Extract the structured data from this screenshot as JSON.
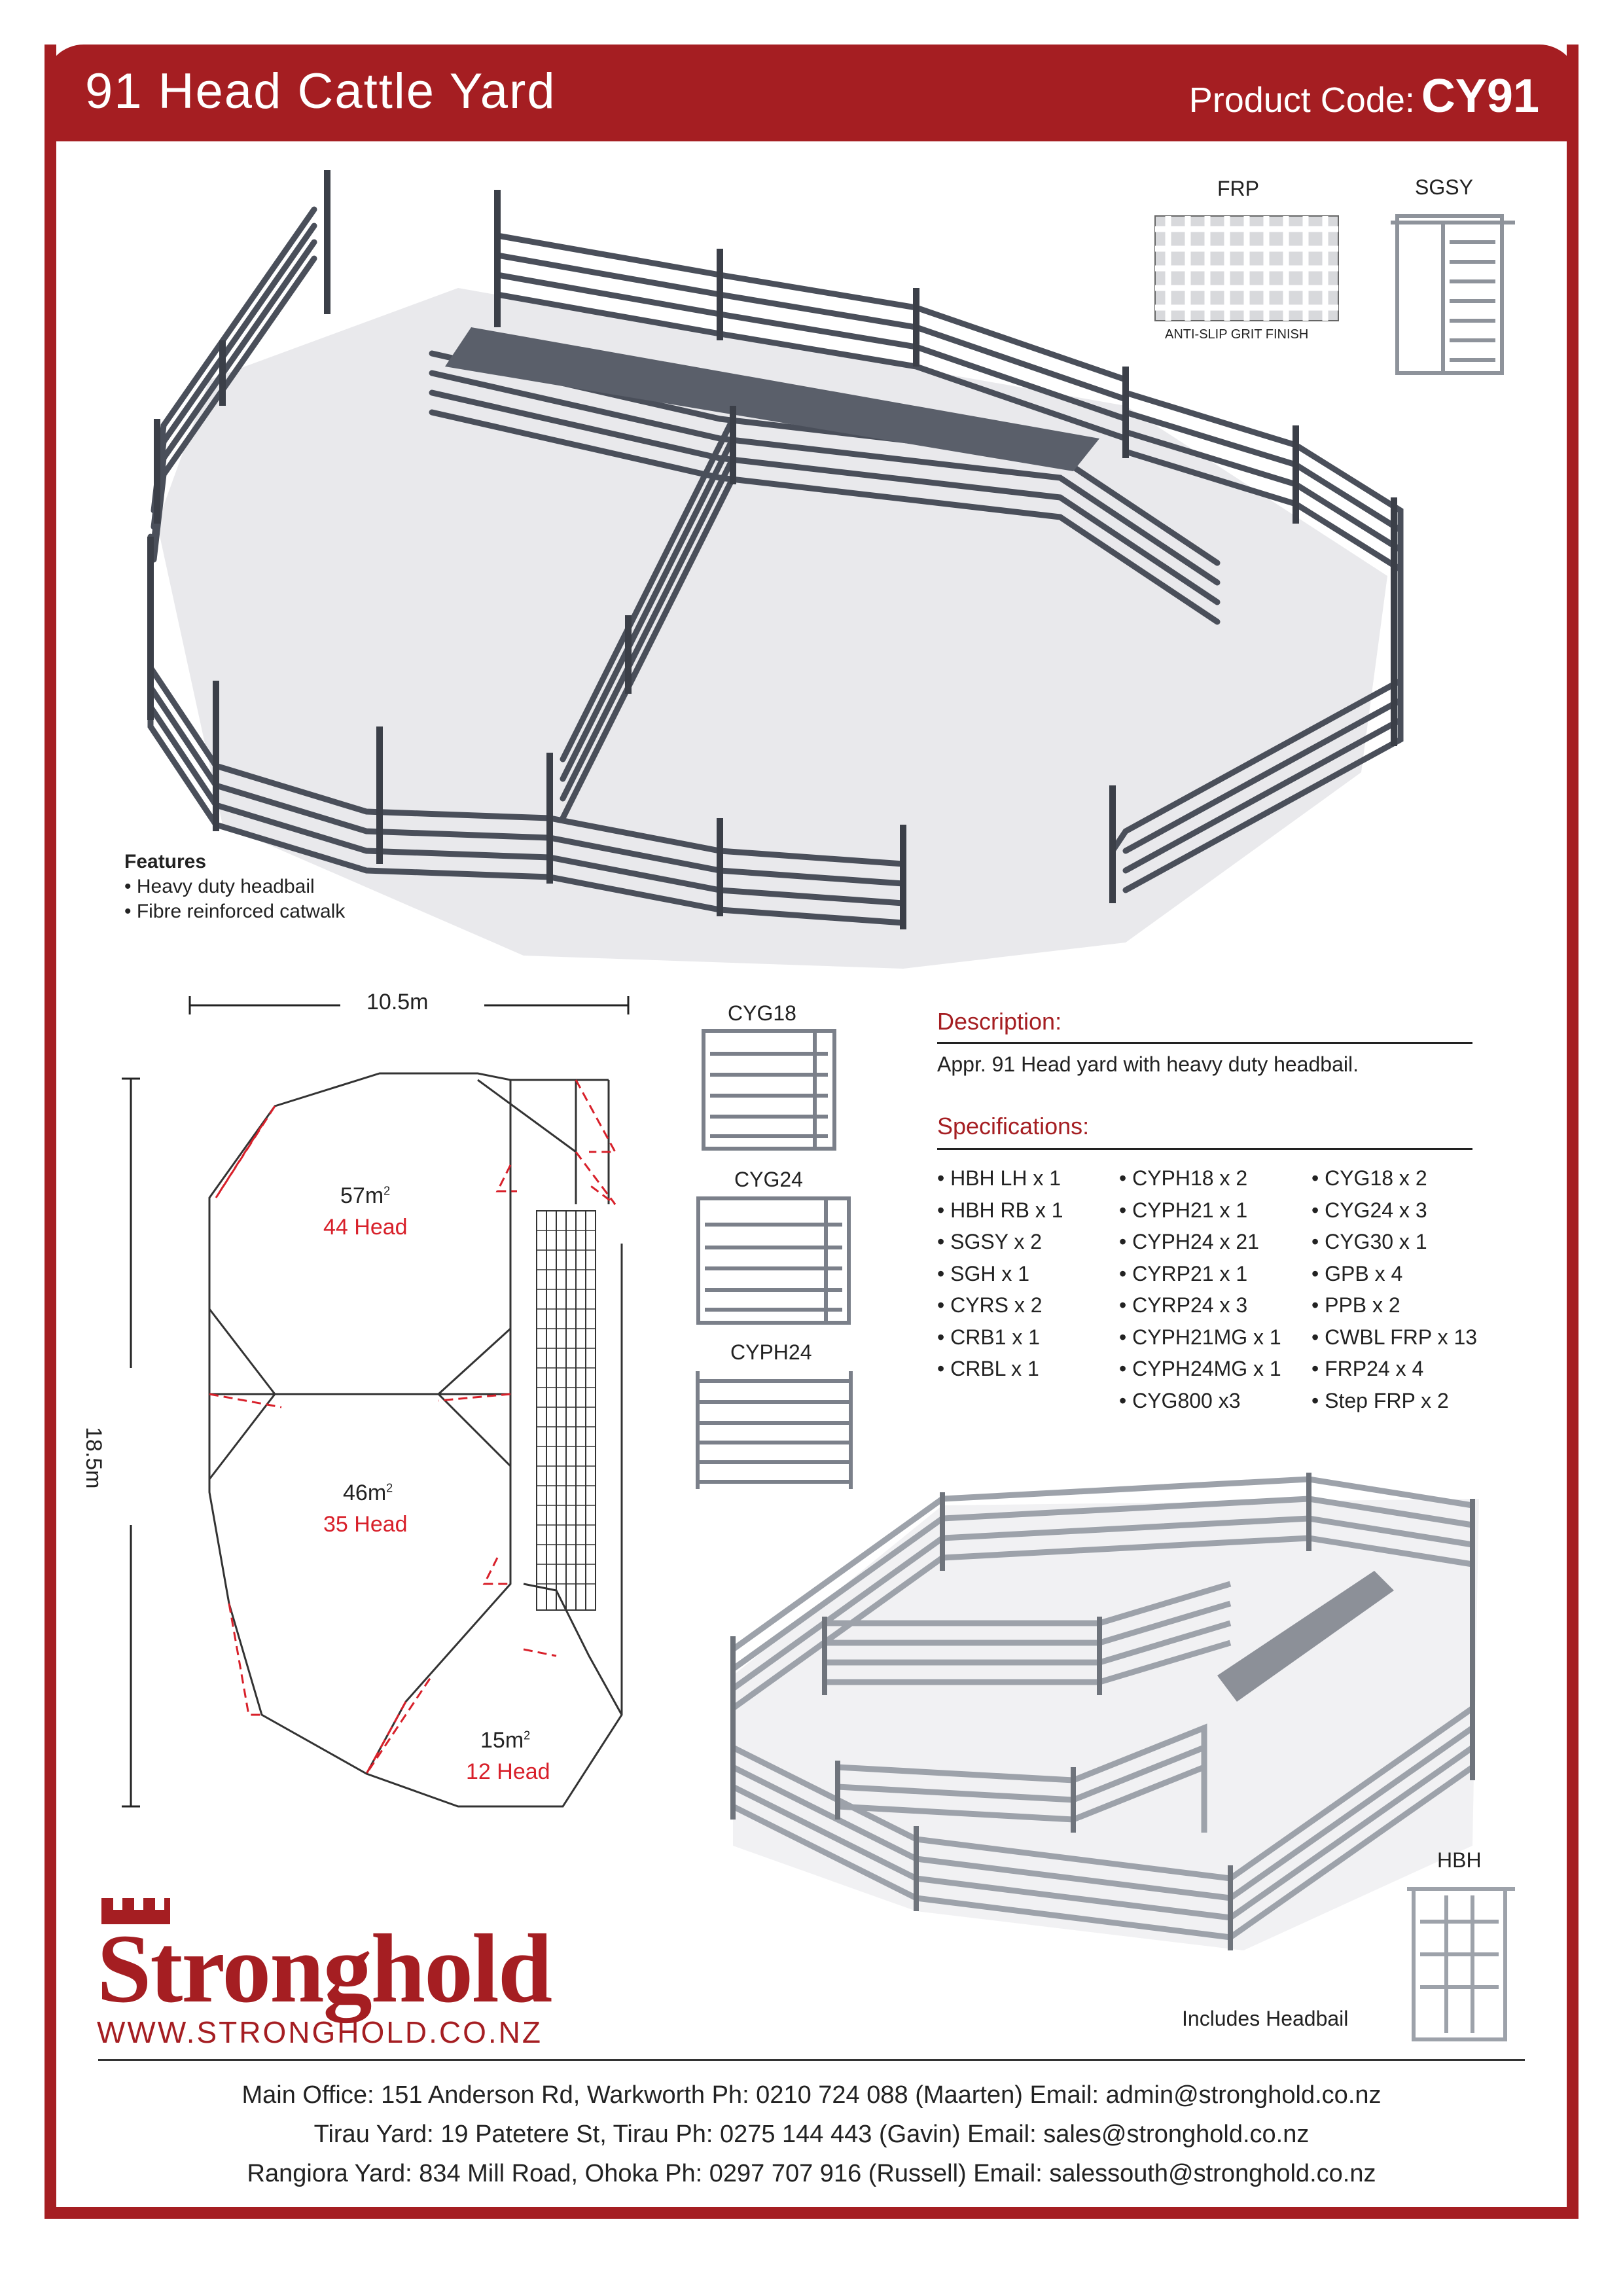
{
  "header": {
    "title": "91 Head Cattle Yard",
    "product_code_label": "Product Code:",
    "product_code": "CY91"
  },
  "thumbnails": {
    "frp_label": "FRP",
    "frp_caption": "ANTI-SLIP  GRIT FINISH",
    "sgsy_label": "SGSY",
    "cyg18_label": "CYG18",
    "cyg24_label": "CYG24",
    "cyph24_label": "CYPH24",
    "hbh_label": "HBH",
    "includes_headbail": "Includes Headbail"
  },
  "features": {
    "title": "Features",
    "items": [
      "• Heavy duty headbail",
      "• Fibre reinforced catwalk"
    ]
  },
  "plan": {
    "width_label": "10.5m",
    "height_label": "18.5m",
    "zones": [
      {
        "area": "57m",
        "sup": "2",
        "head": "44 Head"
      },
      {
        "area": "46m",
        "sup": "2",
        "head": "35 Head"
      },
      {
        "area": "15m",
        "sup": "2",
        "head": "12 Head"
      }
    ]
  },
  "description": {
    "heading": "Description:",
    "text": "Appr. 91 Head yard with heavy duty headbail."
  },
  "specifications": {
    "heading": "Specifications:",
    "col1": [
      "• HBH LH x 1",
      "• HBH RB x 1",
      "• SGSY x 2",
      "• SGH x 1",
      "• CYRS x 2",
      "• CRB1 x 1",
      "• CRBL x 1"
    ],
    "col2": [
      "• CYPH18 x 2",
      "• CYPH21 x 1",
      "• CYPH24 x 21",
      "• CYRP21 x 1",
      "• CYRP24 x 3",
      "• CYPH21MG x 1",
      "• CYPH24MG x 1",
      "• CYG800 x3"
    ],
    "col3": [
      "• CYG18 x 2",
      "• CYG24 x 3",
      "• CYG30 x 1",
      "• GPB x 4",
      "• PPB x 2",
      "• CWBL FRP x 13",
      "• FRP24 x 4",
      "• Step FRP x 2"
    ]
  },
  "brand": {
    "name": "Stronghold",
    "website": "WWW.STRONGHOLD.CO.NZ"
  },
  "contacts": [
    "Main Office: 151 Anderson Rd, Warkworth     Ph: 0210 724 088 (Maarten)    Email: admin@stronghold.co.nz",
    "Tirau Yard:  19 Patetere St, Tirau    Ph: 0275 144 443 (Gavin)    Email: sales@stronghold.co.nz",
    "Rangiora Yard:  834 Mill Road, Ohoka    Ph: 0297 707 916 (Russell)      Email: salessouth@stronghold.co.nz"
  ],
  "colors": {
    "brand_red": "#a51e22",
    "accent_red": "#d8202a",
    "steel_dark": "#4a4f5a",
    "steel_light": "#aeb3bb"
  }
}
